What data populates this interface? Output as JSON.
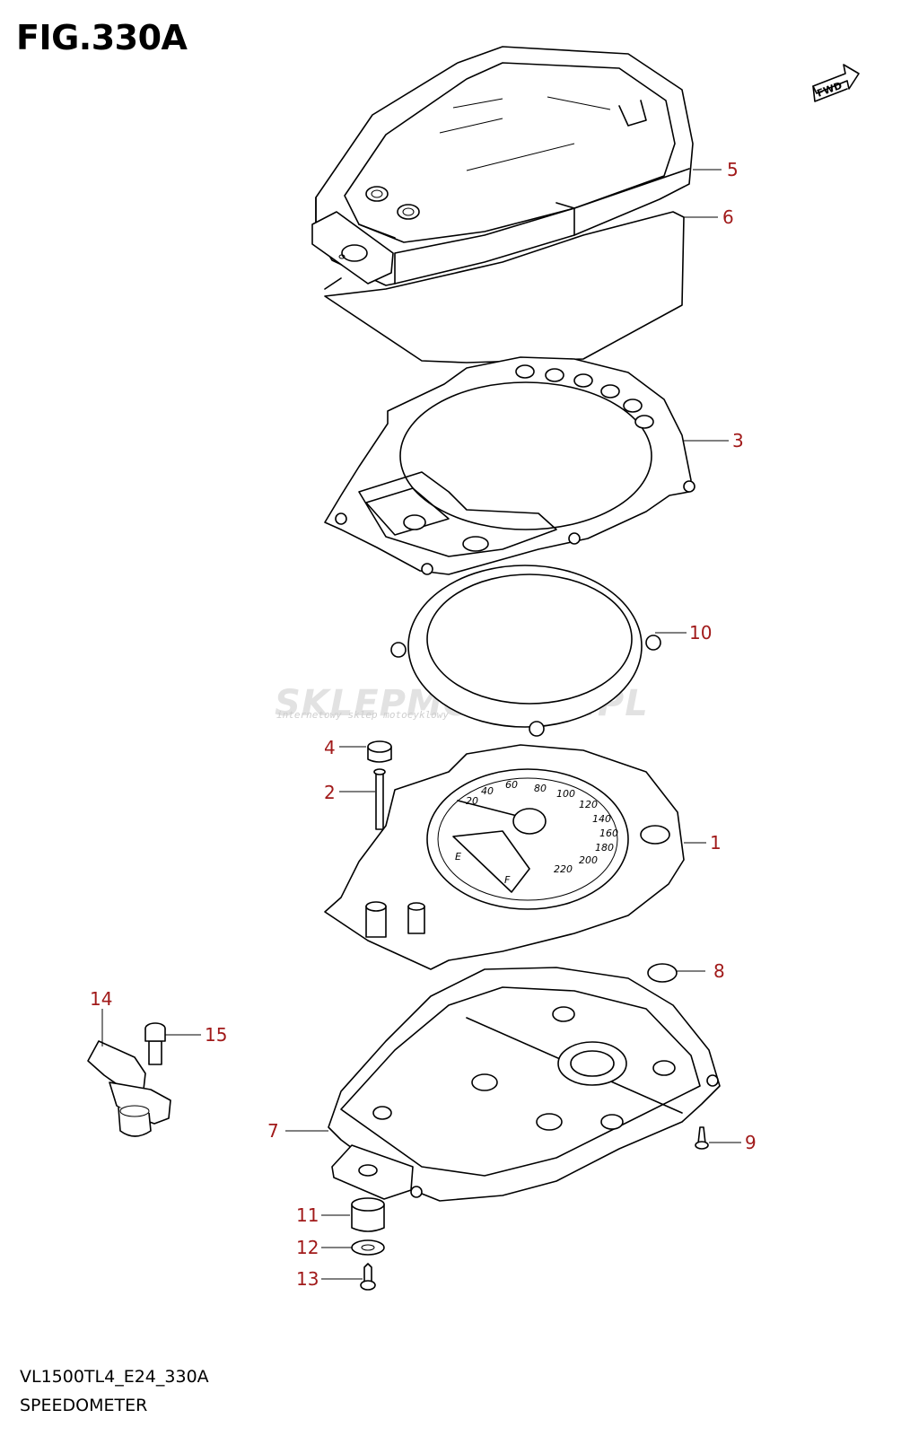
{
  "figure": {
    "title": "FIG.330A",
    "model_code": "VL1500TL4_E24_330A",
    "section_name": "SPEEDOMETER",
    "fwd_label": "FWD"
  },
  "watermark": {
    "brand": "SKLEPMOTO46.PL",
    "tagline": "internetowy sklep motocyklowy"
  },
  "dial_labels": [
    "20",
    "40",
    "60",
    "80",
    "100",
    "120",
    "140",
    "160",
    "180",
    "200",
    "220",
    "E",
    "F"
  ],
  "callouts": [
    {
      "id": "5",
      "label": "5"
    },
    {
      "id": "6",
      "label": "6"
    },
    {
      "id": "3",
      "label": "3"
    },
    {
      "id": "10",
      "label": "10"
    },
    {
      "id": "4",
      "label": "4"
    },
    {
      "id": "2",
      "label": "2"
    },
    {
      "id": "1",
      "label": "1"
    },
    {
      "id": "8",
      "label": "8"
    },
    {
      "id": "14",
      "label": "14"
    },
    {
      "id": "15",
      "label": "15"
    },
    {
      "id": "7",
      "label": "7"
    },
    {
      "id": "9",
      "label": "9"
    },
    {
      "id": "11",
      "label": "11"
    },
    {
      "id": "12",
      "label": "12"
    },
    {
      "id": "13",
      "label": "13"
    }
  ],
  "colors": {
    "callout_text": "#a11a1a",
    "line": "#000000",
    "watermark": "#e2e2e2"
  }
}
